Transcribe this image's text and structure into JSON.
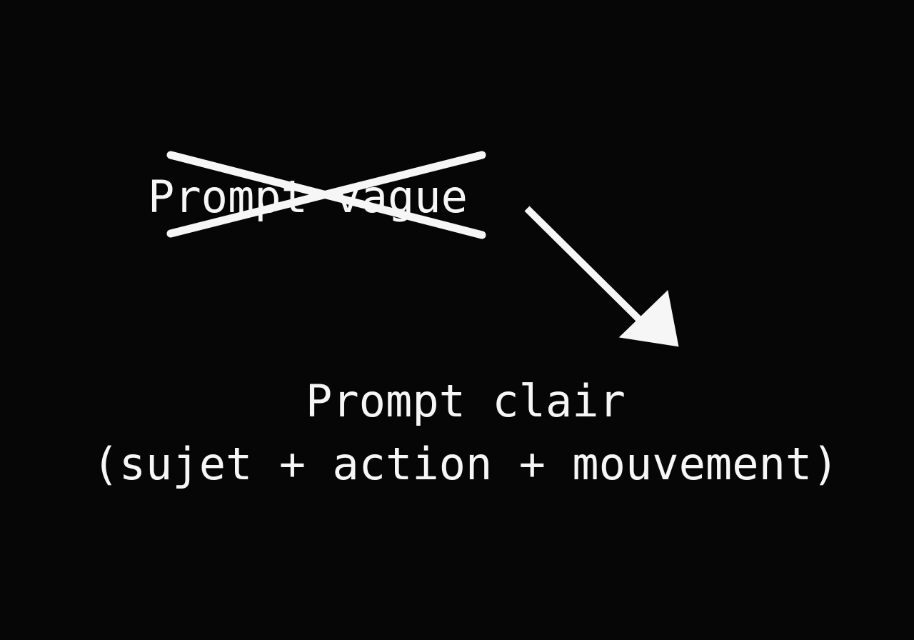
{
  "canvas": {
    "background_color": "#060606",
    "text_color": "#f6f6f6"
  },
  "vague": {
    "label": "Prompt vague"
  },
  "clair": {
    "line1": "Prompt clair",
    "line2": "(sujet + action + mouvement)"
  },
  "icons": {
    "cross": "cross-out-icon",
    "arrow": "arrow-down-right-icon"
  }
}
